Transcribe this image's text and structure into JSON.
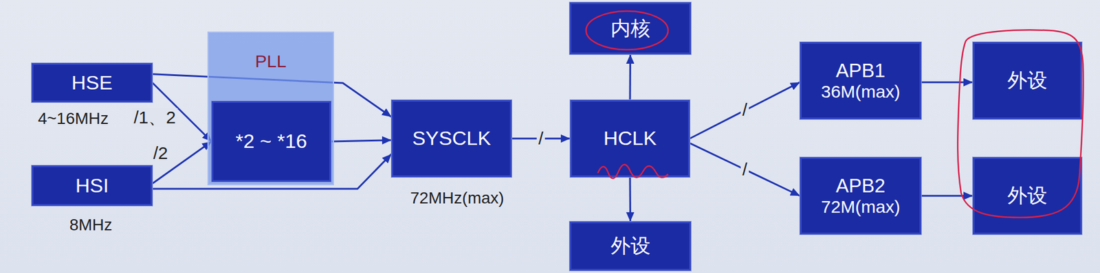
{
  "diagram": {
    "nodes": [
      {
        "text": [
          "HSE"
        ]
      },
      {
        "text": [
          "PLL"
        ]
      },
      {
        "text": [
          "*2 ~ *16"
        ],
        "in": 1
      },
      {
        "text": [
          "HSI"
        ]
      },
      {
        "text": [
          "SYSCLK"
        ]
      },
      {
        "text": [
          "内核"
        ]
      },
      {
        "text": [
          "HCLK"
        ]
      },
      {
        "text": [
          "外设"
        ]
      },
      {
        "text": [
          "APB1",
          "36M(max)"
        ]
      },
      {
        "text": [
          "外设"
        ]
      },
      {
        "text": [
          "APB2",
          "72M(max)"
        ]
      },
      {
        "text": [
          "外设"
        ]
      }
    ],
    "edges": [
      {
        "from": 0,
        "to": 4,
        "arrow": "to"
      },
      {
        "from": 0,
        "to": 2,
        "label": "/1、2",
        "arrow": "to"
      },
      {
        "from": 3,
        "to": 2,
        "label": "/2",
        "arrow": "to"
      },
      {
        "from": 2,
        "to": 4,
        "arrow": "to"
      },
      {
        "from": 3,
        "to": 4,
        "arrow": "to"
      },
      {
        "from": 4,
        "to": 6,
        "label": "/",
        "arrow": "to"
      },
      {
        "from": 6,
        "to": 5,
        "arrow": "to"
      },
      {
        "from": 6,
        "to": 7,
        "arrow": "to"
      },
      {
        "from": 6,
        "to": 8,
        "label": "/",
        "arrow": "to"
      },
      {
        "from": 6,
        "to": 10,
        "label": "/",
        "arrow": "to"
      },
      {
        "from": 8,
        "to": 9,
        "arrow": "to"
      },
      {
        "from": 10,
        "to": 11,
        "arrow": "to"
      }
    ],
    "labels": [
      "4~16MHz",
      "8MHz",
      "72MHz(max)"
    ]
  }
}
